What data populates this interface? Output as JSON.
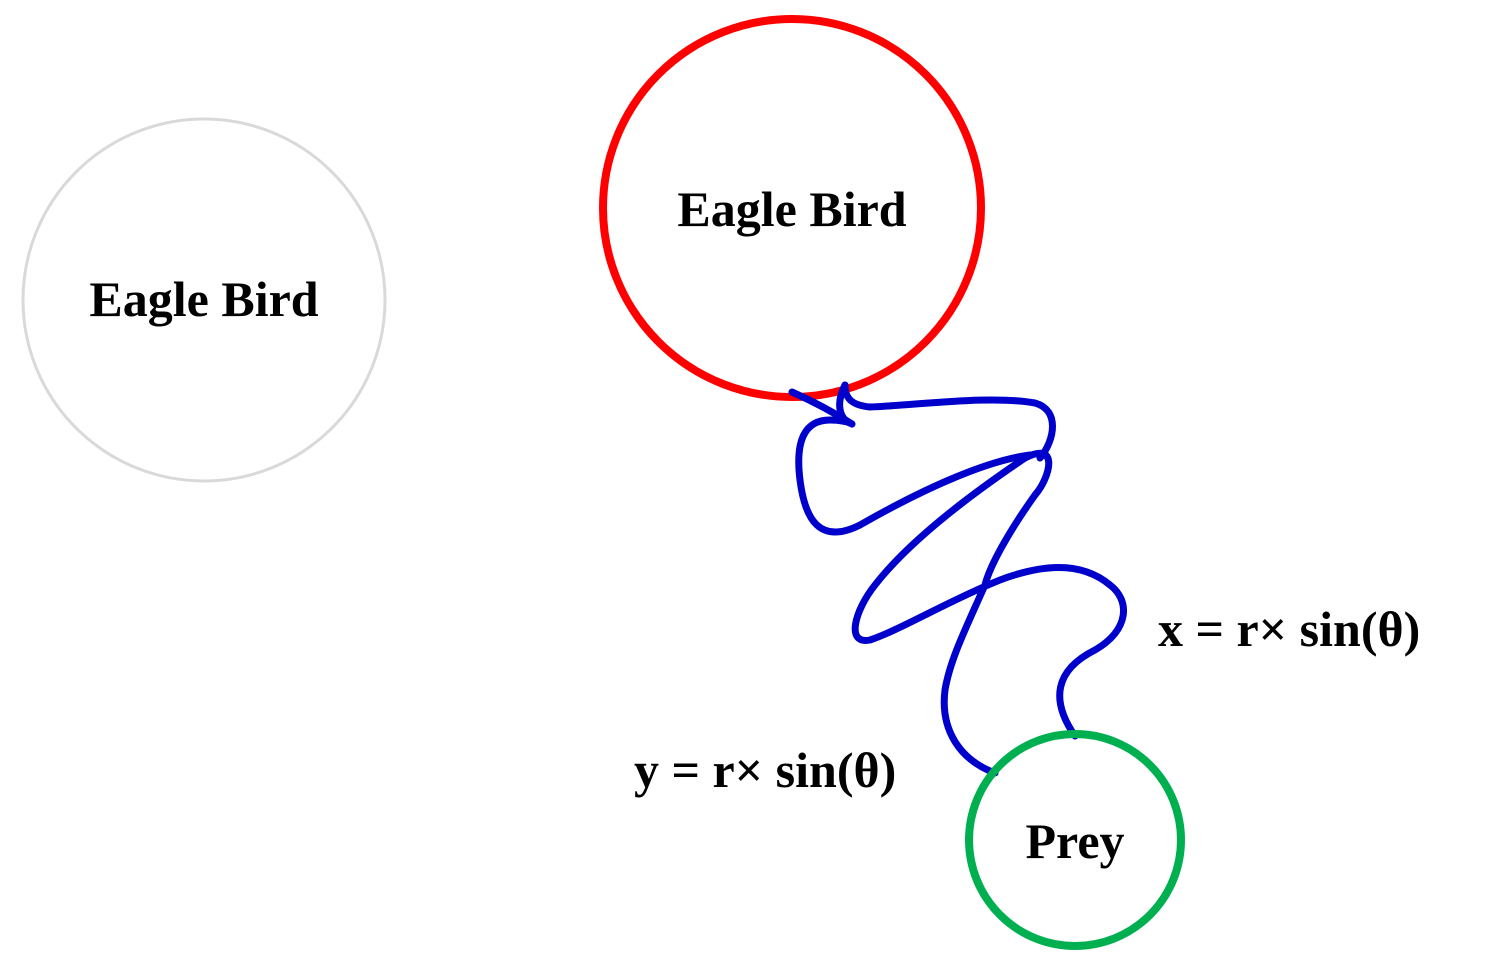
{
  "nodes": {
    "eagle_faded": {
      "label": "Eagle Bird",
      "stroke_color": "#d9d9d9"
    },
    "eagle_active": {
      "label": "Eagle Bird",
      "stroke_color": "#ff0000"
    },
    "prey": {
      "label": "Prey",
      "stroke_color": "#00b050"
    }
  },
  "path": {
    "color": "#0000cc"
  },
  "equations": {
    "x": "x = r× sin(θ)",
    "y": "y = r× sin(θ)"
  }
}
